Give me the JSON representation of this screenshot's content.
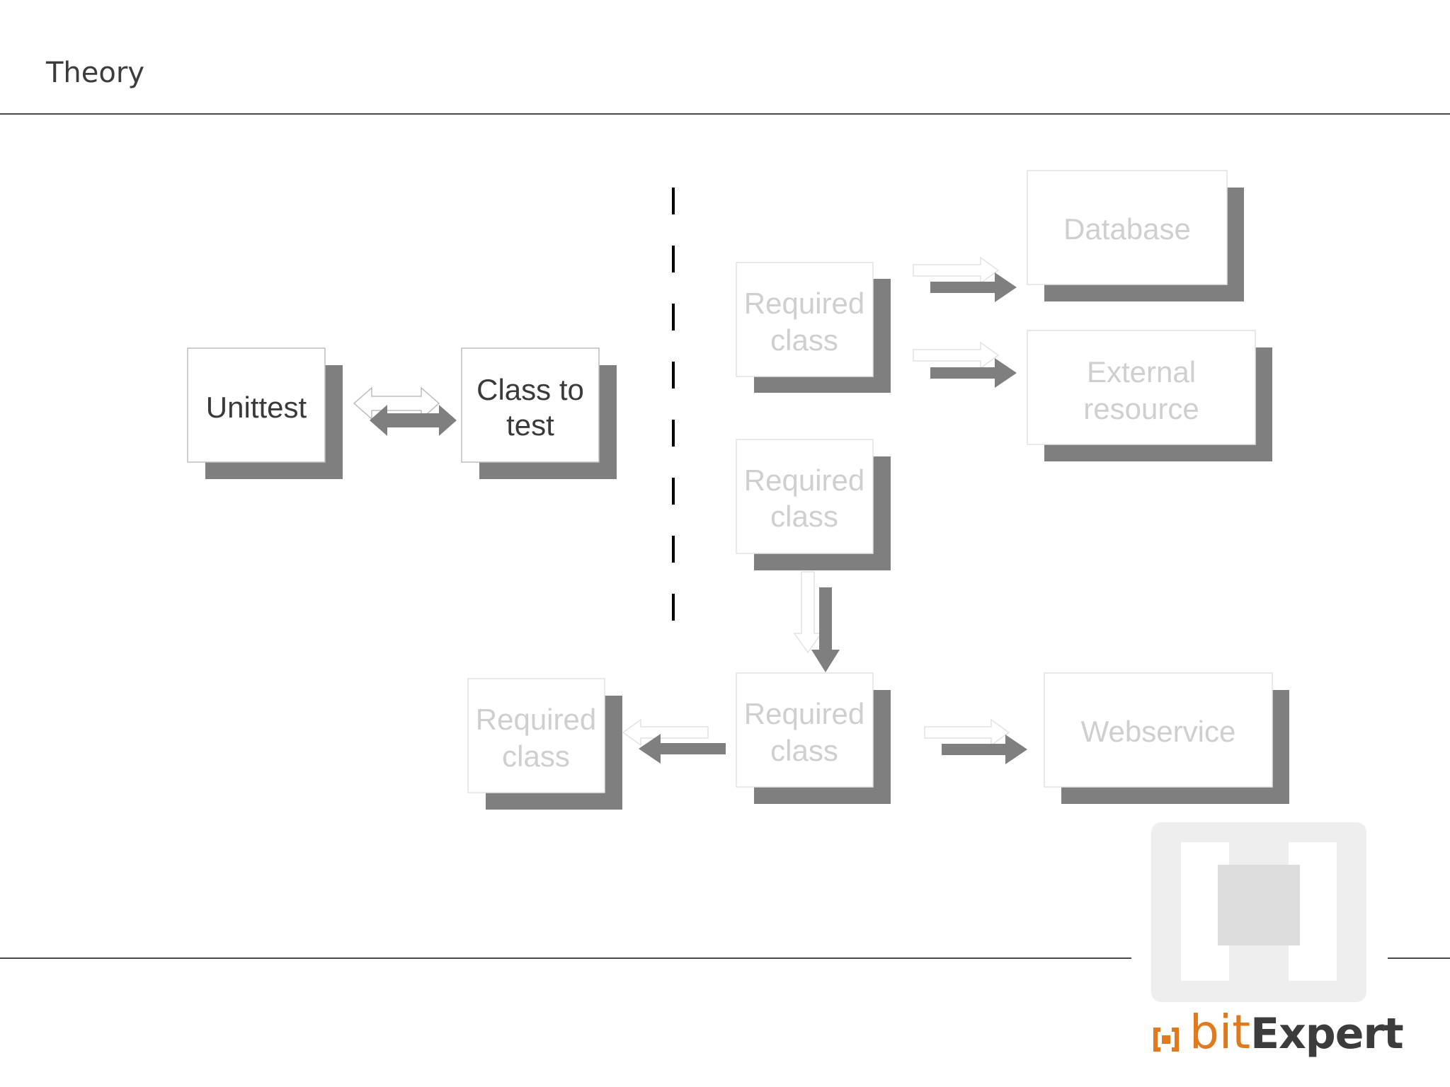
{
  "slide": {
    "title": "Theory"
  },
  "diagram": {
    "boxes": {
      "unittest": "Unittest",
      "class_to_test_1": "Class to",
      "class_to_test_2": "test",
      "database": "Database",
      "external_resource_1": "External",
      "external_resource_2": "resource",
      "required_class_1": "Required",
      "required_class_2": "class",
      "webservice": "Webservice"
    }
  },
  "logo": {
    "part1": "bit",
    "part2": "Expert"
  },
  "colors": {
    "shadow": "#7f7f7f",
    "box_border": "#c8c8c8",
    "faded_text": "#cfcfcf",
    "accent": "#e07a1c",
    "logo_bracket": "#eeeeee"
  }
}
